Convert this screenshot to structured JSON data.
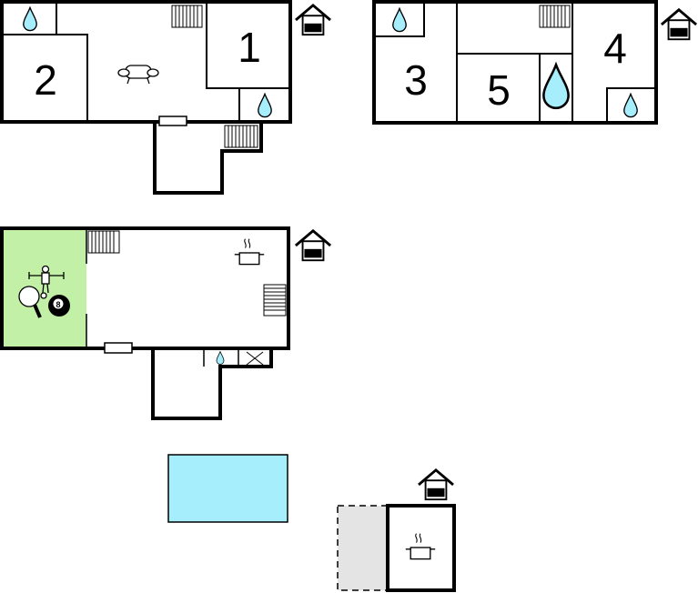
{
  "rooms": {
    "r1": "1",
    "r2": "2",
    "r3": "3",
    "r4": "4",
    "r5": "5"
  },
  "icons": {
    "water": "water-drop-icon",
    "stairs": "stairs-icon",
    "sofa": "sofa-icon",
    "house": "house-entrance-icon",
    "kitchen": "cooking-pot-icon",
    "pingpong": "table-tennis-icon",
    "foosball": "table-football-icon",
    "billiard": "billiard-ball-icon",
    "door": "door-icon"
  },
  "billiard_label": "8",
  "colors": {
    "game_room": "#c2f0a6",
    "pool": "#a6eefc",
    "terrace": "#e4e4e4",
    "water": "#a6eefc",
    "wall": "#000000"
  }
}
